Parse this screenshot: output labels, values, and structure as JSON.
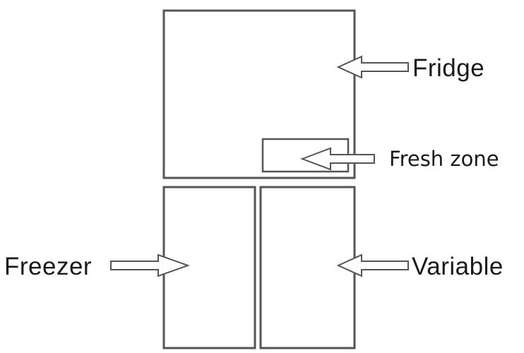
{
  "labels": {
    "fridge": "Fridge",
    "fresh_zone": "Fresh zone",
    "freezer": "Freezer",
    "variable": "Variable"
  },
  "colors": {
    "line": "#555555",
    "text": "#1a1a1a"
  }
}
